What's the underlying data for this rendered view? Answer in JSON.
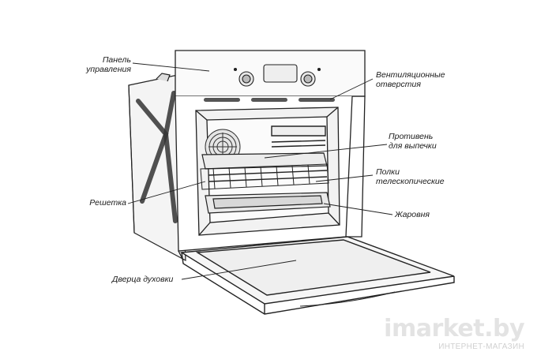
{
  "labels": {
    "control_panel": [
      "Панель",
      "управления"
    ],
    "vents": [
      "Вентиляционные",
      "отверстия"
    ],
    "baking_tray": [
      "Противень",
      "для выпечки"
    ],
    "telescopic_shelves": [
      "Полки",
      "телескопические"
    ],
    "grill_rack": "Решетка",
    "roasting_pan": "Жаровня",
    "oven_door": "Дверца духовки"
  },
  "watermark": {
    "name": "imarket.by",
    "subtitle": "ИНТЕРНЕТ-МАГАЗИН"
  }
}
